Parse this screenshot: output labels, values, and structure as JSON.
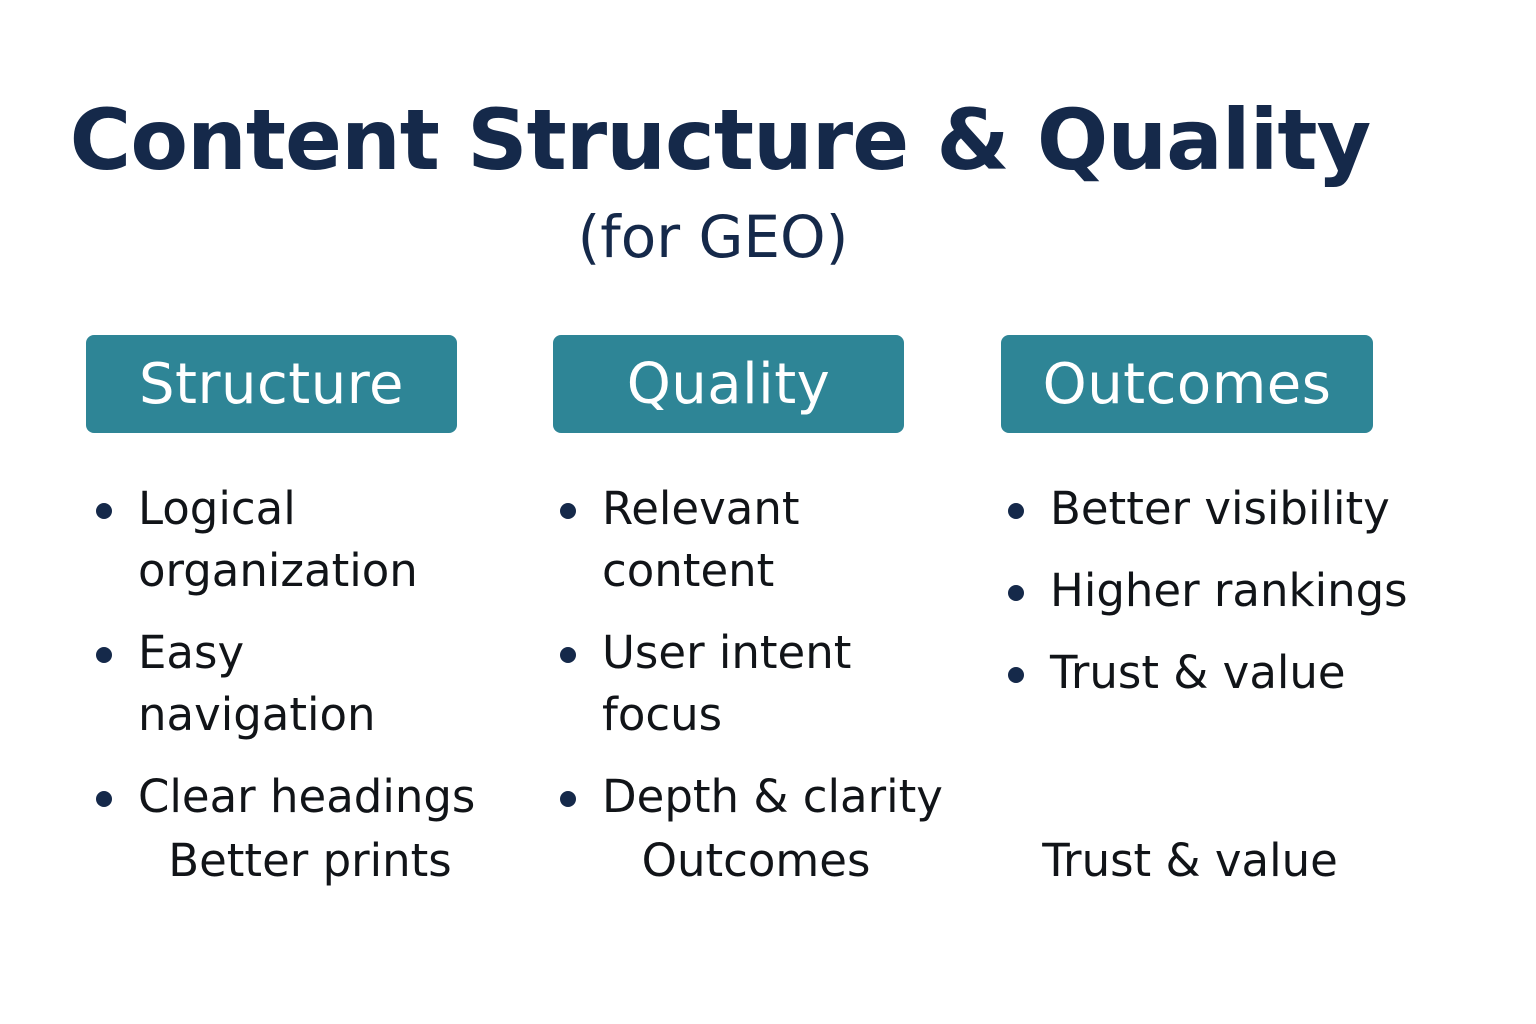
{
  "colors": {
    "title": "#15294a",
    "header_bg": "#2e8596",
    "header_text": "#ffffff",
    "bullet": "#15294a",
    "body_text": "#111418"
  },
  "title": "Content Structure & Quality",
  "subtitle": "(for GEO)",
  "columns": [
    {
      "header": "Structure",
      "items": [
        "Logical organization",
        "Easy navigation",
        "Clear headings"
      ],
      "footer": "Better prints"
    },
    {
      "header": "Quality",
      "items": [
        "Relevant content",
        "User intent focus",
        "Depth & clarity"
      ],
      "footer": "Outcomes"
    },
    {
      "header": "Outcomes",
      "items": [
        "Better visibility",
        "Higher rankings",
        "Trust & value"
      ],
      "footer": "Trust & value"
    }
  ]
}
